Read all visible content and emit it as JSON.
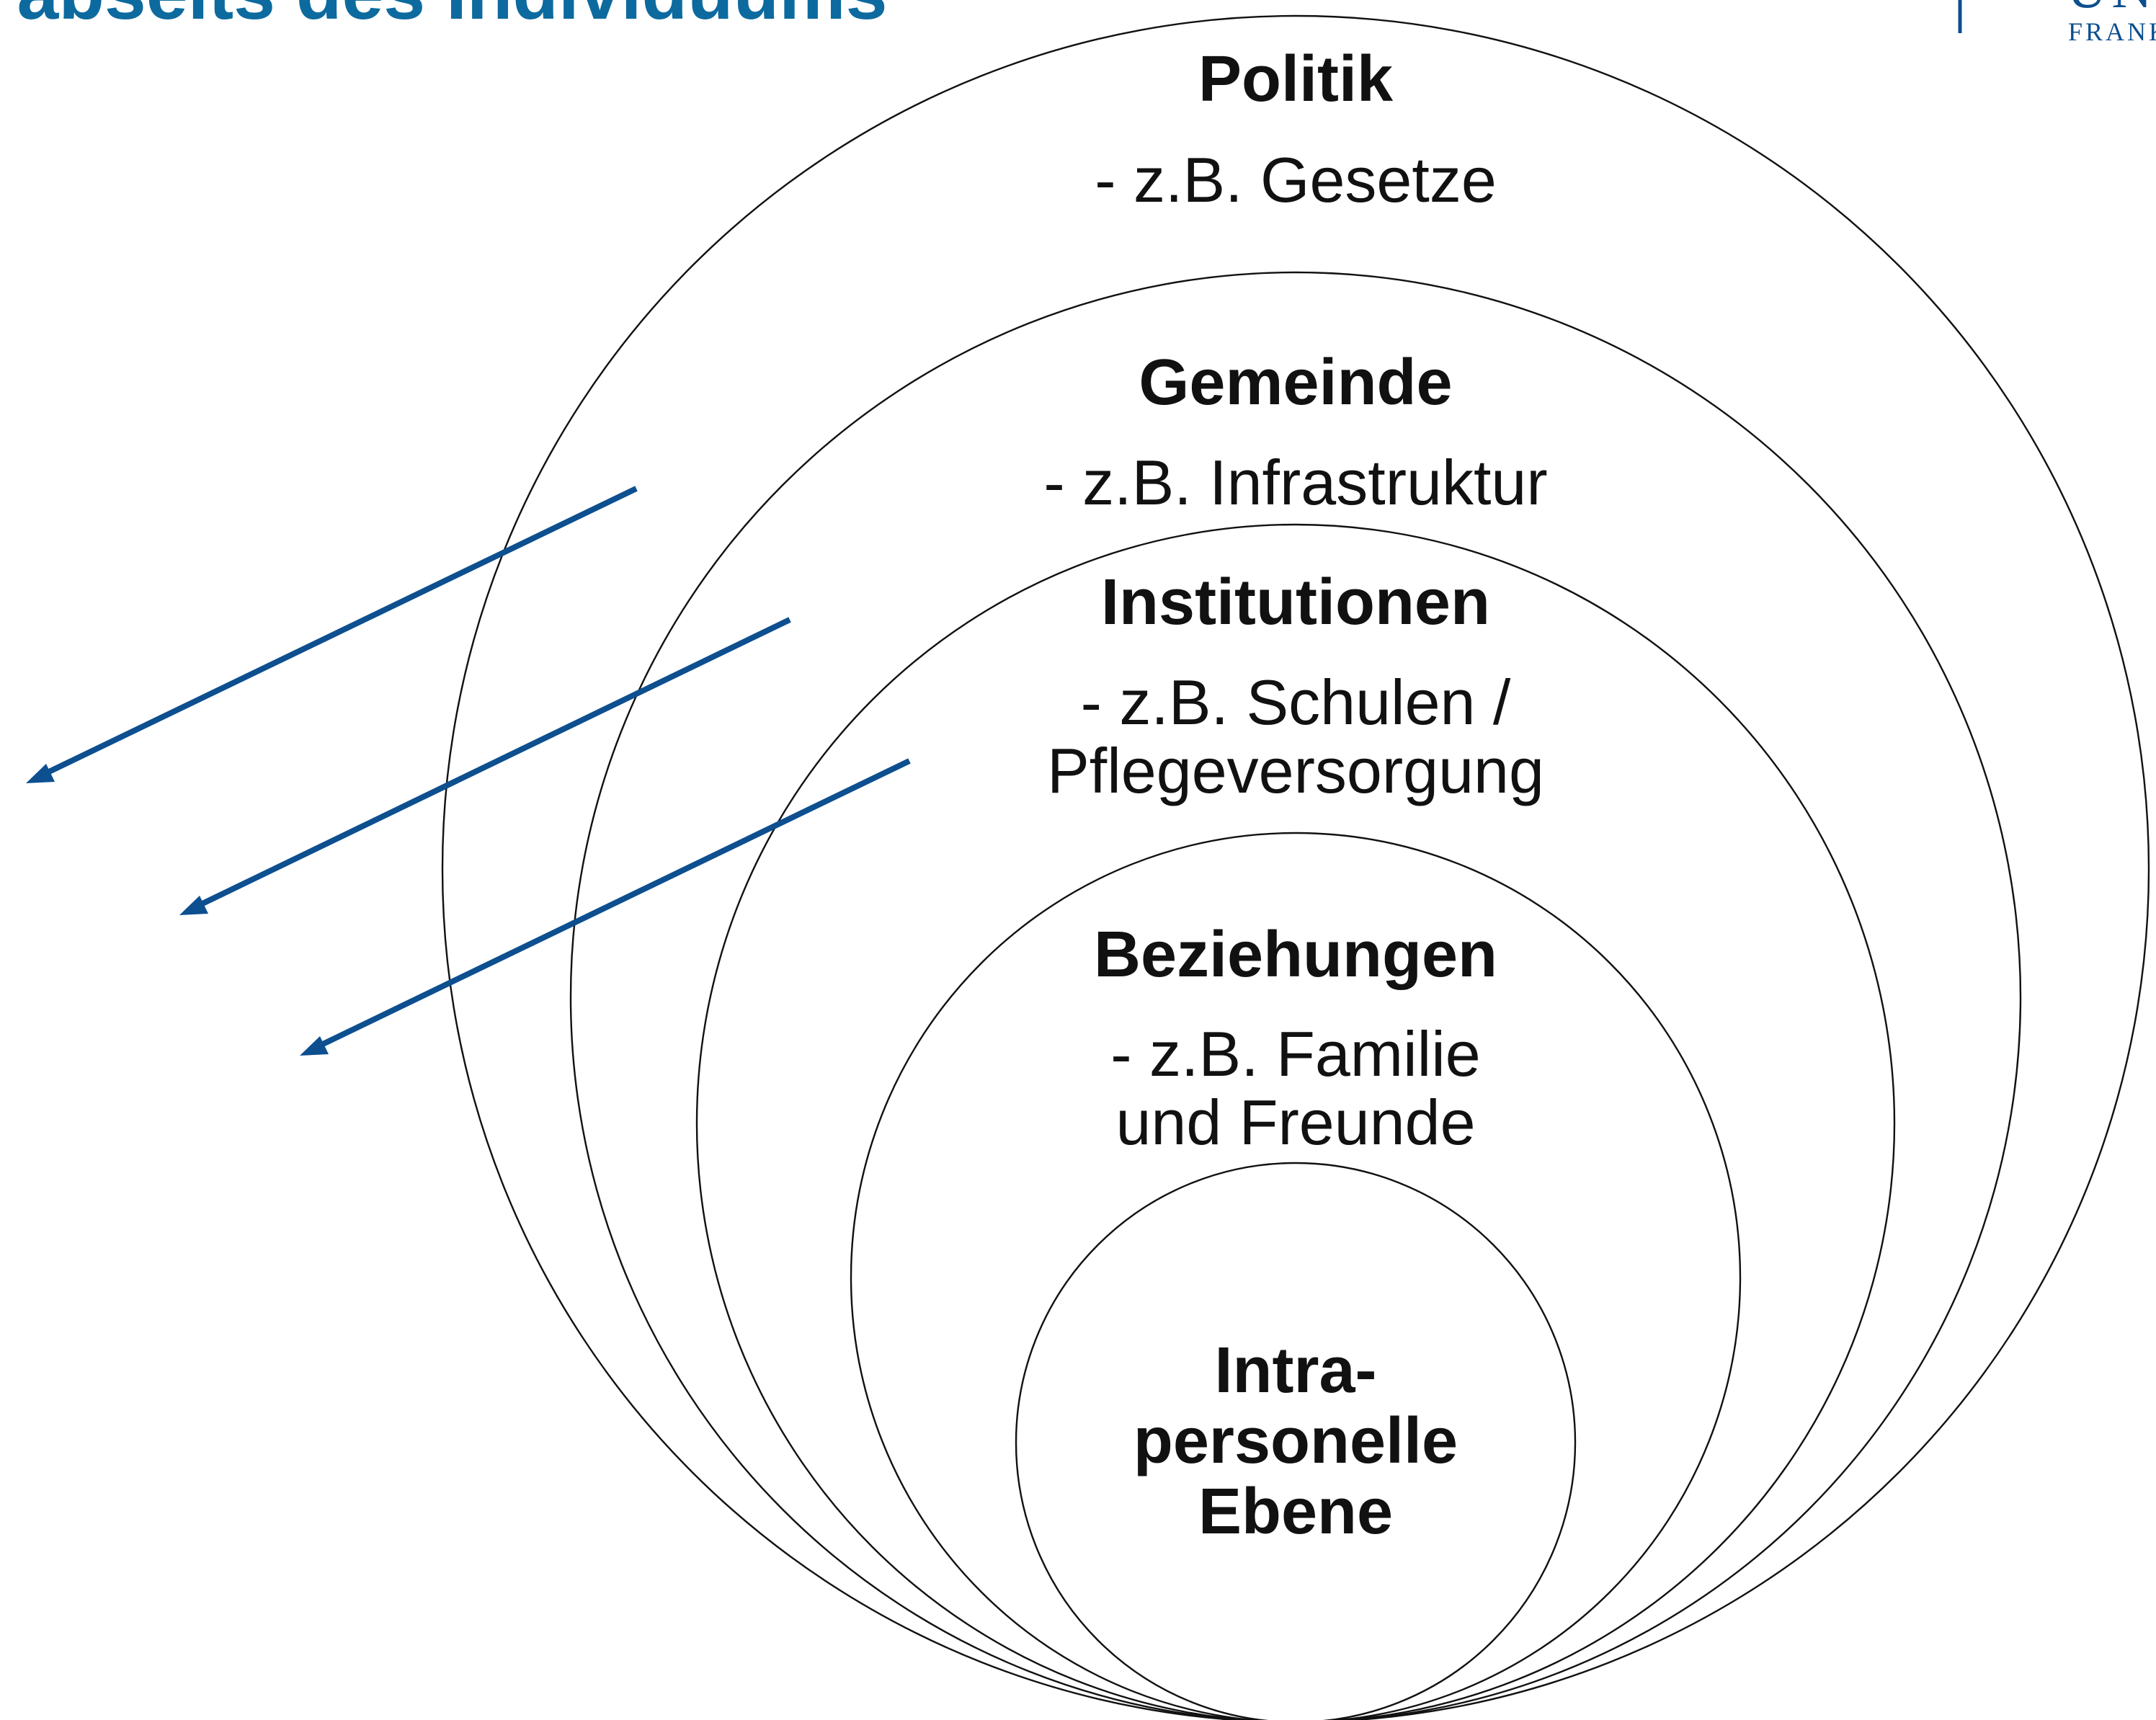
{
  "header": {
    "title_fragment": "t  abseits des Individuums",
    "logo_text_top": "UNI",
    "logo_text_bottom": "FRANK",
    "accent_color": "#0d6a9f"
  },
  "diagram": {
    "rings": [
      {
        "title": "Politik",
        "sub": [
          "- z.B. Gesetze"
        ]
      },
      {
        "title": "Gemeinde",
        "sub": [
          "- z.B. Infrastruktur"
        ]
      },
      {
        "title": "Institutionen",
        "sub": [
          "- z.B. Schulen /",
          "Pflegeversorgung"
        ]
      },
      {
        "title": "Beziehungen",
        "sub": [
          "- z.B. Familie",
          "und Freunde"
        ]
      },
      {
        "title_lines": [
          "Intra-",
          "personelle",
          "Ebene"
        ]
      }
    ],
    "arrow_color": "#0d4f8f",
    "arrow_count": 3
  }
}
